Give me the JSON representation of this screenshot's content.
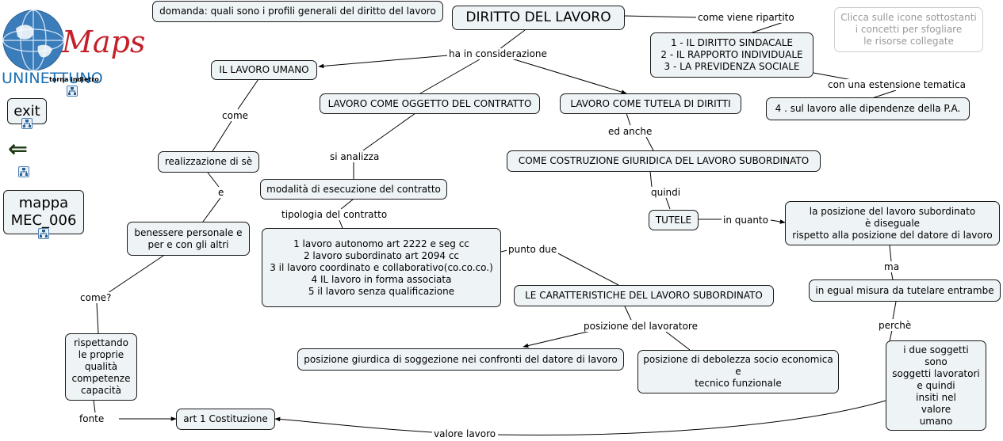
{
  "logo": {
    "maps_text": "Maps",
    "brand_text": "UNINETTUNO",
    "back_text": "torna indietro",
    "colors": {
      "maps": "#c4202a",
      "brand": "#1b6fb3",
      "globe": "#3b7dbb"
    }
  },
  "nav": {
    "exit_label": "exit",
    "back_arrow": "⇐",
    "map_label": "mappa\nMEC_006"
  },
  "question": "domanda: quali sono i profili generali del diritto del lavoro",
  "hint": "Clicca sulle icone sottostanti\ni concetti per sfogliare\nle risorse collegate",
  "concepts": {
    "title": "DIRITTO DEL LAVORO",
    "ripartizione": "1 - IL DIRITTO SINDACALE\n2 - IL RAPPORTO INDIVIDUALE\n3 - LA PREVIDENZA SOCIALE",
    "pa": "4 . sul lavoro alle dipendenze della P.A.",
    "lavoro_umano": "IL LAVORO UMANO",
    "oggetto": "LAVORO COME OGGETTO DEL CONTRATTO",
    "tutela": "LAVORO COME TUTELA DI DIRITTI",
    "costruzione": "COME COSTRUZIONE GIURIDICA DEL LAVORO SUBORDINATO",
    "tutele": "TUTELE",
    "posizione_sub": "la posizione del lavoro subordinato\nè diseguale\nrispetto alla posizione del datore di lavoro",
    "egual_misura": "in egual misura da tutelare entrambe",
    "due_soggetti": "i due soggetti\nsono\nsoggetti lavoratori\ne quindi\ninsiti nel\nvalore\numano",
    "realizzazione": "realizzazione di sè",
    "benessere": "benessere personale e\nper e con gli altri",
    "rispettando": "rispettando\nle proprie\nqualità\ncompetenze\ncapacità",
    "costituzione": "art 1 Costituzione",
    "modalita": "modalità di esecuzione del contratto",
    "tipologie": "1 lavoro autonomo art 2222 e seg cc\n2 lavoro subordinato art 2094 cc\n3 il lavoro coordinato e collaborativo(co.co.co.)\n4 IL lavoro in forma associata\n5 il lavoro senza qualificazione",
    "caratteristiche": "LE CARATTERISTICHE DEL LAVORO SUBORDINATO",
    "soggezione": "posizione giurdica di soggezione nei confronti del datore di lavoro",
    "debolezza": "posizione di debolezza socio economica\ne\ntecnico funzionale"
  },
  "linking_phrases": {
    "ripartito": "come viene ripartito",
    "estensione": "con una estensione tematica",
    "considerazione": "ha in considerazione",
    "ed_anche": "ed anche",
    "quindi": "quindi",
    "in_quanto": "in quanto",
    "ma": "ma",
    "perche": "perchè",
    "valore_lavoro": "valore lavoro",
    "come": "come",
    "e": "e",
    "come_q": "come?",
    "fonte": "fonte",
    "si_analizza": "si analizza",
    "tipologia": "tipologia del contratto",
    "punto_due": "punto due",
    "posizione_lav": "posizione del lavoratore"
  },
  "colors": {
    "node_fill": "#eef3f6",
    "node_border": "#1a1a1a",
    "line": "#000000",
    "hint_text": "#9a9a9a"
  }
}
